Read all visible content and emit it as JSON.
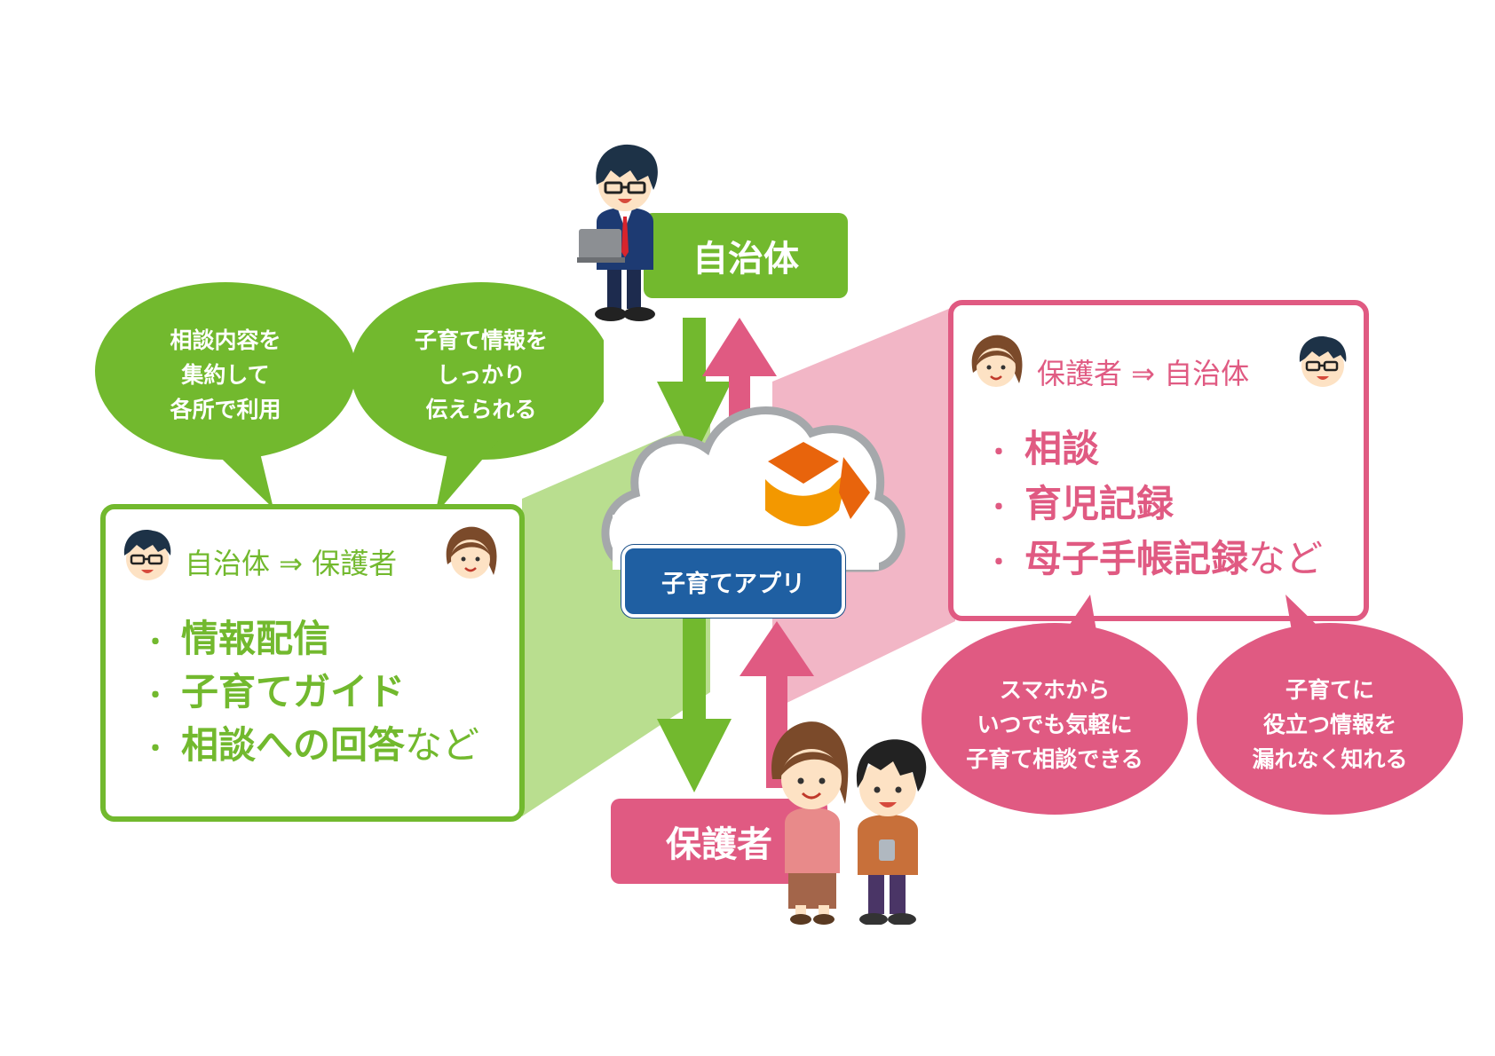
{
  "colors": {
    "green": "#72b92e",
    "green_light": "#b9de8f",
    "pink": "#e05a82",
    "pink_light": "#f2b6c6",
    "navy": "#1f5fa2",
    "orange": "#e8640c"
  },
  "gov_label": "自治体",
  "parent_label": "保護者",
  "app_label": "子育てアプリ",
  "green_bubbles": [
    {
      "lines": [
        "相談内容を",
        "集約して",
        "各所で利用"
      ]
    },
    {
      "lines": [
        "子育て情報を",
        "しっかり",
        "伝えられる"
      ]
    }
  ],
  "pink_bubbles": [
    {
      "lines": [
        "スマホから",
        "いつでも気軽に",
        "子育て相談できる"
      ]
    },
    {
      "lines": [
        "子育てに",
        "役立つ情報を",
        "漏れなく知れる"
      ]
    }
  ],
  "left_box": {
    "direction": "自治体 ⇒ 保護者",
    "items": [
      {
        "bullet": "・",
        "text": "情報配信",
        "suffix": ""
      },
      {
        "bullet": "・",
        "text": "子育てガイド",
        "suffix": ""
      },
      {
        "bullet": "・",
        "text": "相談への回答",
        "suffix": "など"
      }
    ]
  },
  "right_box": {
    "direction": "保護者 ⇒ 自治体",
    "items": [
      {
        "bullet": "・",
        "text": "相談",
        "suffix": ""
      },
      {
        "bullet": "・",
        "text": "育児記録",
        "suffix": ""
      },
      {
        "bullet": "・",
        "text": "母子手帳記録",
        "suffix": "など"
      }
    ]
  },
  "icons": [
    "man-glasses-icon",
    "woman-icon",
    "cloud-icon",
    "app-logo-icon",
    "arrow-down-icon",
    "arrow-up-icon"
  ]
}
